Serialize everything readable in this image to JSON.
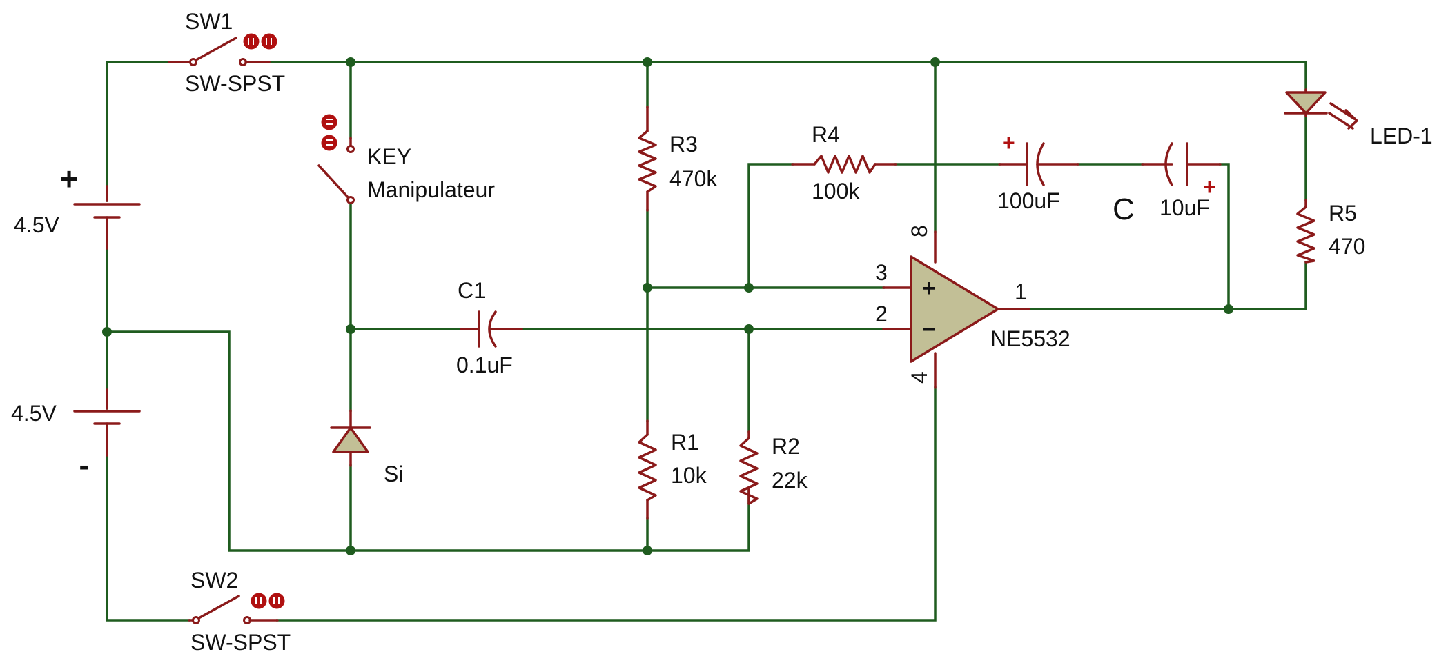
{
  "components": {
    "sw1": {
      "ref": "SW1",
      "type": "SW-SPST"
    },
    "sw2": {
      "ref": "SW2",
      "type": "SW-SPST"
    },
    "key": {
      "ref": "KEY",
      "value": "Manipulateur"
    },
    "batt_top": {
      "value": "4.5V",
      "polarity": "+"
    },
    "batt_bottom": {
      "value": "4.5V",
      "polarity": "-"
    },
    "r1": {
      "ref": "R1",
      "value": "10k"
    },
    "r2": {
      "ref": "R2",
      "value": "22k"
    },
    "r3": {
      "ref": "R3",
      "value": "470k"
    },
    "r4": {
      "ref": "R4",
      "value": "100k"
    },
    "r5": {
      "ref": "R5",
      "value": "470"
    },
    "c1": {
      "ref": "C1",
      "value": "0.1uF"
    },
    "c_100": {
      "value": "100uF",
      "polarity": "+"
    },
    "c_10": {
      "value": "10uF",
      "polarity": "+"
    },
    "c_group": {
      "ref": "C"
    },
    "diode": {
      "value": "Si"
    },
    "led": {
      "ref": "LED-1"
    },
    "opamp": {
      "ref": "NE5532",
      "pin_noninv": "3",
      "pin_inv": "2",
      "pin_out": "1",
      "pin_vcc": "8",
      "pin_gnd": "4",
      "sign_plus": "+",
      "sign_minus": "−"
    }
  },
  "colors": {
    "wire": "#1f5c1f",
    "component": "#8b1a1a",
    "fill": "#c2bf96",
    "indicator": "#b01010"
  }
}
